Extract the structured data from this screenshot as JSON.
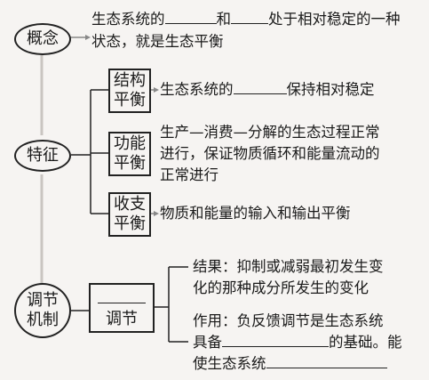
{
  "concept": {
    "label": "概念",
    "line1_a": "生态系统的",
    "line1_b": "和",
    "line1_c": "处于相对稳定的一种",
    "line2": "状态，就是生态平衡"
  },
  "feature": {
    "label": "特征",
    "structure": {
      "label_top": "结构",
      "label_bottom": "平衡",
      "text_a": "生态系统的",
      "text_b": "保持相对稳定"
    },
    "function": {
      "label_top": "功能",
      "label_bottom": "平衡",
      "line1": "生产—消费—分解的生态过程正常",
      "line2": "进行，保证物质循环和能量流动的",
      "line3": "正常进行"
    },
    "budget": {
      "label_top": "收支",
      "label_bottom": "平衡",
      "text": "物质和能量的输入和输出平衡"
    }
  },
  "regulation": {
    "label_top": "调节",
    "label_bottom": "机制",
    "box_label": "调节",
    "result_line1": "结果：抑制或减弱最初发生变",
    "result_line2": "化的那种成分所发生的变化",
    "effect_line1": "作用：负反馈调节是生态系统",
    "effect_line2_a": "具备",
    "effect_line2_b": "的基础。能",
    "effect_line3": "使生态系统"
  }
}
